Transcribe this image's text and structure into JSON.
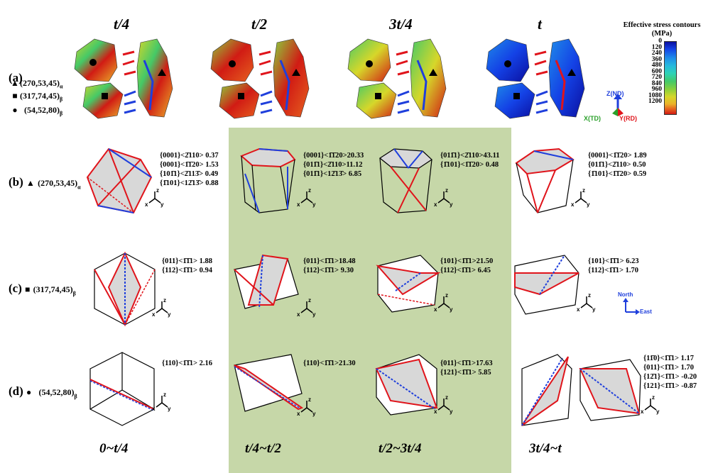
{
  "column_titles": [
    "t/4",
    "t/2",
    "3t/4",
    "t"
  ],
  "range_titles": [
    "0~t/4",
    "t/4~t/2",
    "t/2~3t/4",
    "3t/4~t"
  ],
  "row_labels": [
    "(a)",
    "(b)",
    "(c)",
    "(d)"
  ],
  "grains": {
    "alpha": {
      "symbol": "▲",
      "euler": "(270,53,45)",
      "phase": "α"
    },
    "beta1": {
      "symbol": "■",
      "euler": "(317,74,45)",
      "phase": "β"
    },
    "beta2": {
      "symbol": "●",
      "euler": "(54,52,80)",
      "phase": "β"
    }
  },
  "legend": {
    "title_line1": "Effective stress contours",
    "title_line2": "(MPa)",
    "ticks": [
      "0",
      "120",
      "240",
      "360",
      "480",
      "600",
      "720",
      "840",
      "960",
      "1080",
      "1200"
    ]
  },
  "ref_axes": {
    "z": "Z(ND)",
    "x": "X(TD)",
    "y": "Y(RD)"
  },
  "compass": {
    "north": "North",
    "east": "East"
  },
  "triad_labels": {
    "z": "z",
    "x": "x",
    "y": "y"
  },
  "slip": {
    "b1": [
      "{0001}<2̄110> 0.37",
      "{0001}<1̄1̄20> 1.53",
      "{101̄1}<2̄113̄> 0.49",
      "{1̄101}<12̄13̄> 0.88"
    ],
    "b2": [
      "{0001}<1̄1̄20>20.33",
      "{011̄1}<2̄110>11.12",
      "{011̄1}<12̄13̄> 6.85"
    ],
    "b3": [
      "{011̄1}<2̄110>43.11",
      "{1̄101}<1̄1̄20> 0.48"
    ],
    "b4": [
      "{0001}<1̄1̄20> 1.89",
      "{011̄1}<2̄110> 0.50",
      "{1̄101}<1̄1̄20> 0.59"
    ],
    "c1": [
      "{011}<1̄1̄1> 1.88",
      "{112}<1̄1̄1> 0.94"
    ],
    "c2": [
      "{011}<1̄1̄1>18.48",
      "{112}<1̄1̄1> 9.30"
    ],
    "c3": [
      "{101}<1̄1̄1>21.50",
      "{112}<1̄1̄1> 6.45"
    ],
    "c4": [
      "{101}<1̄1̄1> 6.23",
      "{112}<1̄1̄1> 1.70"
    ],
    "d1": [
      "{110}<1̄1̄1> 2.16"
    ],
    "d2": [
      "{110}<1̄1̄1>21.30"
    ],
    "d3": [
      "{011}<1̄1̄1>17.63",
      "{121}<1̄1̄1> 5.85"
    ],
    "d4": [
      "{11̄0}<1̄1̄1> 1.17",
      "{011}<1̄1̄1> 1.70",
      "{12̄1}<1̄1̄1> -0.20",
      "{121}<1̄1̄1> -0.87"
    ]
  },
  "colors": {
    "green_band": "#c6d7a8",
    "slip_red": "#e0141b",
    "slip_blue": "#1f3fdc",
    "stress_red": "#d11b14",
    "stress_blue": "#1442e6"
  }
}
